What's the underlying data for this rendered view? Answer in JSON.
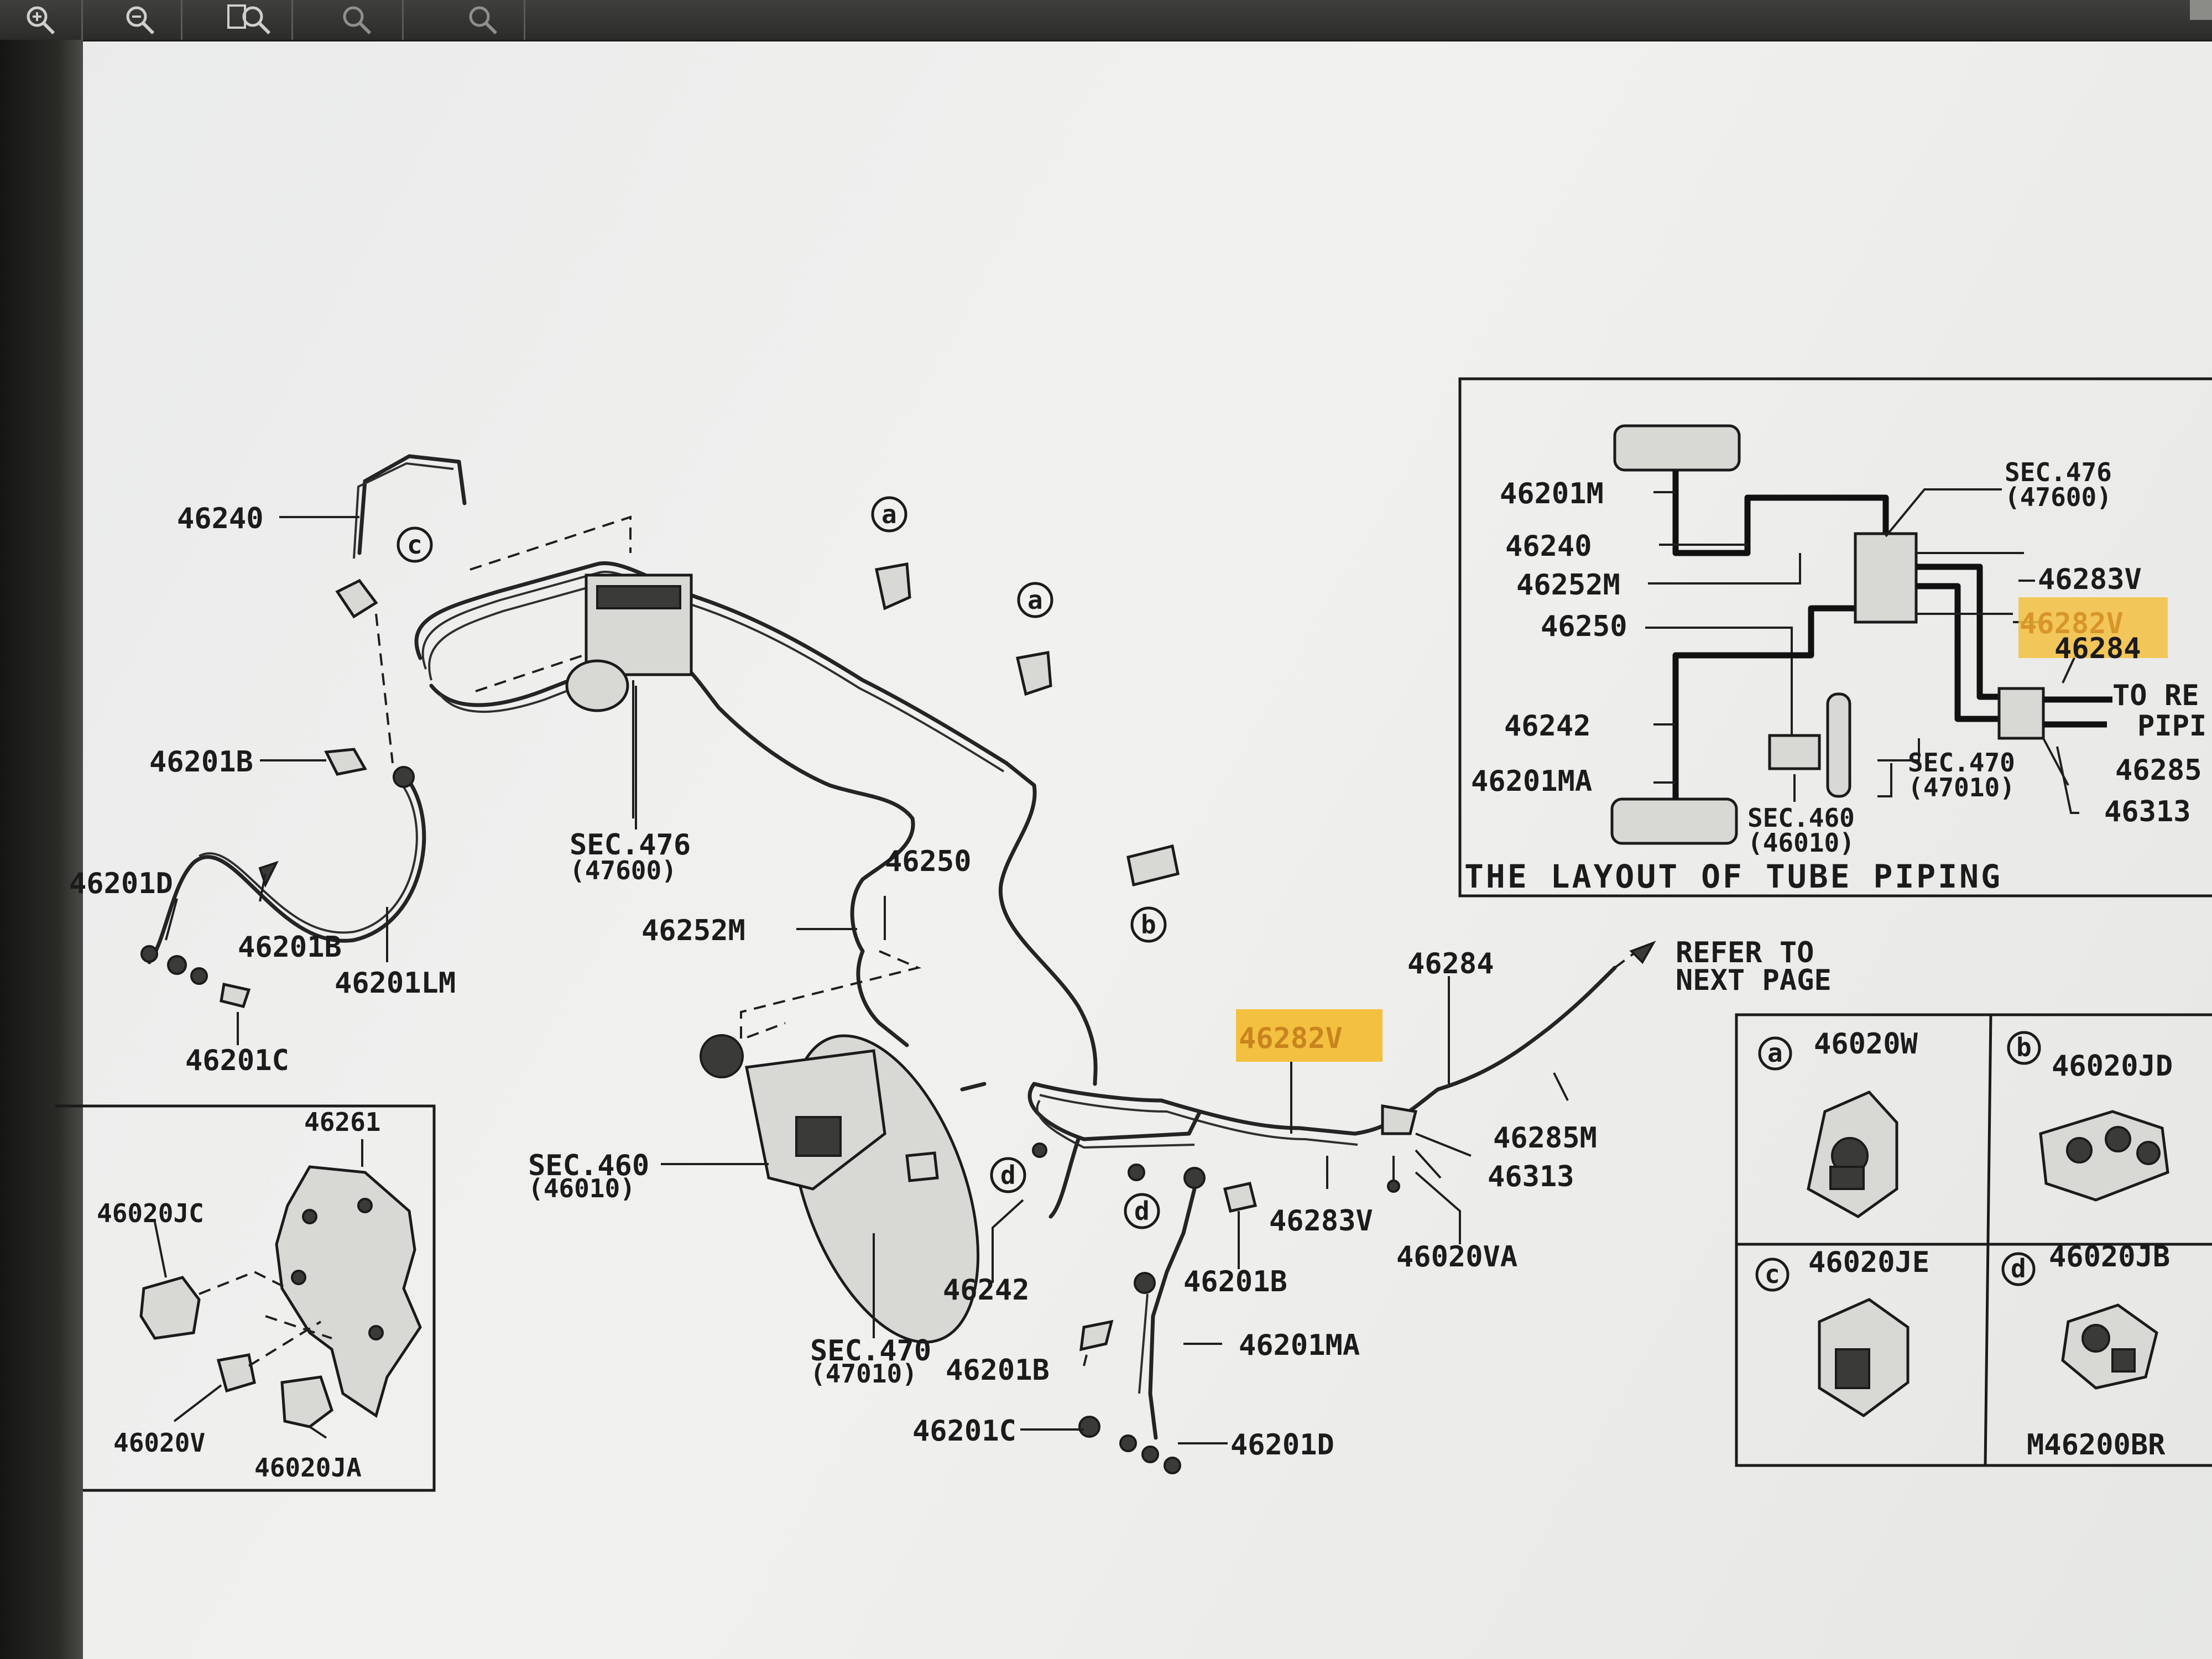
{
  "toolbar": {
    "icons": [
      "zoom-in-icon",
      "zoom-out-icon",
      "zoom-page-icon",
      "zoom-100-icon",
      "zoom-search-icon"
    ]
  },
  "colors": {
    "highlight": "#f4c03f"
  },
  "main_diagram": {
    "labels": {
      "p46240": "46240",
      "p46201b_a": "46201B",
      "p46201d_a": "46201D",
      "p46201b_b": "46201B",
      "p46201lm": "46201LM",
      "p46201c_a": "46201C",
      "sec476": "SEC.476",
      "sec476_sub": "(47600)",
      "p46250": "46250",
      "p46252m": "46252M",
      "sec460": "SEC.460",
      "sec460_sub": "(46010)",
      "sec470": "SEC.470",
      "sec470_sub": "(47010)",
      "p46242": "46242",
      "p46201b_c": "46201B",
      "p46201b_d": "46201B",
      "p46201ma": "46201MA",
      "p46201c_b": "46201C",
      "p46201d_b": "46201D",
      "p46282v": "46282V",
      "p46283v": "46283V",
      "p46020va": "46020VA",
      "p46313": "46313",
      "p46285m": "46285M",
      "p46284": "46284",
      "refer_line1": "REFER TO",
      "refer_line2": "NEXT PAGE",
      "callout_a1": "a",
      "callout_a2": "a",
      "callout_b": "b",
      "callout_c": "c",
      "callout_d1": "d",
      "callout_d2": "d"
    }
  },
  "inset_bracket": {
    "labels": {
      "p46261": "46261",
      "p46020jc": "46020JC",
      "p46020v": "46020V",
      "p46020ja": "46020JA"
    }
  },
  "inset_layout": {
    "title": "THE LAYOUT OF TUBE PIPING",
    "labels": {
      "p46201m": "46201M",
      "p46240": "46240",
      "p46252m": "46252M",
      "p46250": "46250",
      "p46242": "46242",
      "p46201ma": "46201MA",
      "sec476": "SEC.476",
      "sec476_sub": "(47600)",
      "p46283v": "46283V",
      "p46282v": "46282V",
      "p46284": "46284",
      "to_rear_1": "TO RE",
      "to_rear_2": "PIPI",
      "p46285": "46285",
      "p46313": "46313",
      "sec470": "SEC.470",
      "sec470_sub": "(47010)",
      "sec460": "SEC.460",
      "sec460_sub": "(46010)"
    }
  },
  "inset_clips": {
    "labels": {
      "a_mark": "a",
      "a_part": "46020W",
      "b_mark": "b",
      "b_part": "46020JD",
      "c_mark": "c",
      "c_part": "46020JE",
      "d_mark": "d",
      "d_part": "46020JB",
      "drawing_code": "M46200BR"
    }
  }
}
